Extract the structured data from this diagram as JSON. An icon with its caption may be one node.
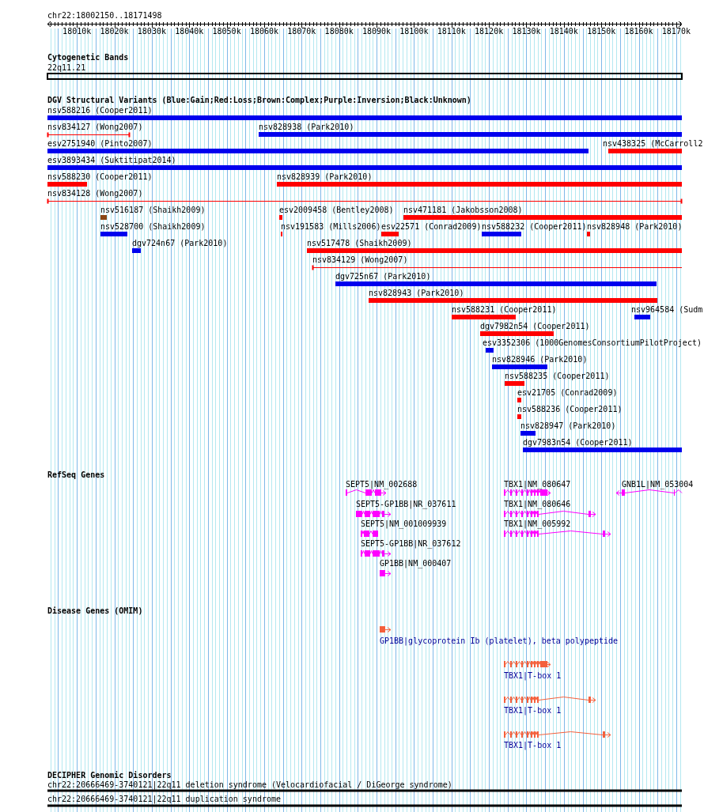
{
  "diagram": {
    "labels": [
      "chr22:18002150..18171498",
      "18010k",
      "18020k",
      "18030k",
      "18040k",
      "18050k",
      "18060k",
      "18070k",
      "18080k",
      "18090k",
      "18100k",
      "18110k",
      "18120k",
      "18130k",
      "18140k",
      "18150k",
      "18160k",
      "18170k",
      "Cytogenetic Bands",
      "22q11.21",
      "DGV Structural Variants (Blue:Gain;Red:Loss;Brown:Complex;Purple:Inversion;Black:Unknown)",
      "nsv588216 (Cooper2011)",
      "nsv834127 (Wong2007)",
      "nsv828938 (Park2010)",
      "esv2751940 (Pinto2007)",
      "nsv438325 (McCarroll2",
      "esv3893434 (Suktitipat2014)",
      "nsv588230 (Cooper2011)",
      "nsv828939 (Park2010)",
      "nsv834128 (Wong2007)",
      "nsv516187 (Shaikh2009)",
      "esv2009458 (Bentley2008)",
      "nsv471181 (Jakobsson2008)",
      "nsv528700 (Shaikh2009)",
      "nsv191583 (Mills2006)",
      "esv22571 (Conrad2009)",
      "nsv588232 (Cooper2011)",
      "nsv828948 (Park2010)",
      "dgv724n67 (Park2010)",
      "nsv517478 (Shaikh2009)",
      "nsv834129 (Wong2007)",
      "dgv725n67 (Park2010)",
      "nsv828943 (Park2010)",
      "nsv588231 (Cooper2011)",
      "nsv964584 (Sudm",
      "dgv7982n54 (Cooper2011)",
      "esv3352306 (1000GenomesConsortiumPilotProject)",
      "nsv828946 (Park2010)",
      "nsv588235 (Cooper2011)",
      "esv21705 (Conrad2009)",
      "nsv588236 (Cooper2011)",
      "nsv828947 (Park2010)",
      "dgv7983n54 (Cooper2011)",
      "RefSeq Genes",
      "SEPT5|NM_002688",
      "TBX1|NM_080647",
      "GNB1L|NM_053004",
      "SEPT5-GP1BB|NR_037611",
      "TBX1|NM_080646",
      "SEPT5|NM_001009939",
      "TBX1|NM_005992",
      "SEPT5-GP1BB|NR_037612",
      "GP1BB|NM_000407",
      "Disease Genes (OMIM)",
      "GP1BB|glycoprotein Ib (platelet), beta polypeptide",
      "TBX1|T-box 1",
      "TBX1|T-box 1",
      "TBX1|T-box 1",
      "DECIPHER Genomic Disorders",
      "chr22:20666469-3740121|22q11 deletion syndrome (Velocardiofacial / DiGeorge syndrome)",
      "chr22:20666469-3740121|22q11 duplication syndrome"
    ]
  }
}
